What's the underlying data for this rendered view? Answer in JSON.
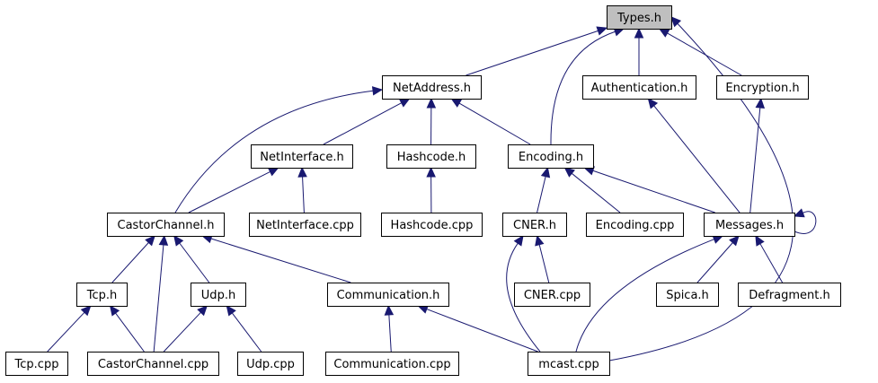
{
  "colors": {
    "edge": "#191970",
    "node_fill": "#ffffff",
    "node_selected_fill": "#bfbfbf",
    "node_stroke": "#000000"
  },
  "nodes": [
    {
      "id": "types_h",
      "label": "Types.h",
      "selected": true
    },
    {
      "id": "netaddress_h",
      "label": "NetAddress.h"
    },
    {
      "id": "authentication_h",
      "label": "Authentication.h"
    },
    {
      "id": "encryption_h",
      "label": "Encryption.h"
    },
    {
      "id": "netinterface_h",
      "label": "NetInterface.h"
    },
    {
      "id": "hashcode_h",
      "label": "Hashcode.h"
    },
    {
      "id": "encoding_h",
      "label": "Encoding.h"
    },
    {
      "id": "castorchannel_h",
      "label": "CastorChannel.h"
    },
    {
      "id": "netinterface_cpp",
      "label": "NetInterface.cpp"
    },
    {
      "id": "hashcode_cpp",
      "label": "Hashcode.cpp"
    },
    {
      "id": "cner_h",
      "label": "CNER.h"
    },
    {
      "id": "encoding_cpp",
      "label": "Encoding.cpp"
    },
    {
      "id": "messages_h",
      "label": "Messages.h"
    },
    {
      "id": "tcp_h",
      "label": "Tcp.h"
    },
    {
      "id": "udp_h",
      "label": "Udp.h"
    },
    {
      "id": "communication_h",
      "label": "Communication.h"
    },
    {
      "id": "cner_cpp",
      "label": "CNER.cpp"
    },
    {
      "id": "spica_h",
      "label": "Spica.h"
    },
    {
      "id": "defragment_h",
      "label": "Defragment.h"
    },
    {
      "id": "tcp_cpp",
      "label": "Tcp.cpp"
    },
    {
      "id": "castorchannel_cpp",
      "label": "CastorChannel.cpp"
    },
    {
      "id": "udp_cpp",
      "label": "Udp.cpp"
    },
    {
      "id": "communication_cpp",
      "label": "Communication.cpp"
    },
    {
      "id": "mcast_cpp",
      "label": "mcast.cpp"
    }
  ],
  "edges": [
    {
      "from": "netaddress_h",
      "to": "types_h"
    },
    {
      "from": "encoding_h",
      "to": "types_h"
    },
    {
      "from": "authentication_h",
      "to": "types_h"
    },
    {
      "from": "encryption_h",
      "to": "types_h"
    },
    {
      "from": "mcast_cpp",
      "to": "types_h"
    },
    {
      "from": "castorchannel_h",
      "to": "netaddress_h"
    },
    {
      "from": "netinterface_h",
      "to": "netaddress_h"
    },
    {
      "from": "hashcode_h",
      "to": "netaddress_h"
    },
    {
      "from": "encoding_h",
      "to": "netaddress_h"
    },
    {
      "from": "messages_h",
      "to": "authentication_h"
    },
    {
      "from": "messages_h",
      "to": "encryption_h"
    },
    {
      "from": "castorchannel_h",
      "to": "netinterface_h"
    },
    {
      "from": "netinterface_cpp",
      "to": "netinterface_h"
    },
    {
      "from": "hashcode_cpp",
      "to": "hashcode_h"
    },
    {
      "from": "cner_h",
      "to": "encoding_h"
    },
    {
      "from": "encoding_cpp",
      "to": "encoding_h"
    },
    {
      "from": "messages_h",
      "to": "encoding_h"
    },
    {
      "from": "messages_h",
      "to": "messages_h"
    },
    {
      "from": "tcp_h",
      "to": "castorchannel_h"
    },
    {
      "from": "castorchannel_cpp",
      "to": "castorchannel_h"
    },
    {
      "from": "udp_h",
      "to": "castorchannel_h"
    },
    {
      "from": "communication_h",
      "to": "castorchannel_h"
    },
    {
      "from": "cner_cpp",
      "to": "cner_h"
    },
    {
      "from": "mcast_cpp",
      "to": "cner_h"
    },
    {
      "from": "spica_h",
      "to": "messages_h"
    },
    {
      "from": "defragment_h",
      "to": "messages_h"
    },
    {
      "from": "mcast_cpp",
      "to": "messages_h"
    },
    {
      "from": "tcp_cpp",
      "to": "tcp_h"
    },
    {
      "from": "castorchannel_cpp",
      "to": "tcp_h"
    },
    {
      "from": "castorchannel_cpp",
      "to": "udp_h"
    },
    {
      "from": "udp_cpp",
      "to": "udp_h"
    },
    {
      "from": "communication_cpp",
      "to": "communication_h"
    },
    {
      "from": "mcast_cpp",
      "to": "communication_h"
    }
  ]
}
